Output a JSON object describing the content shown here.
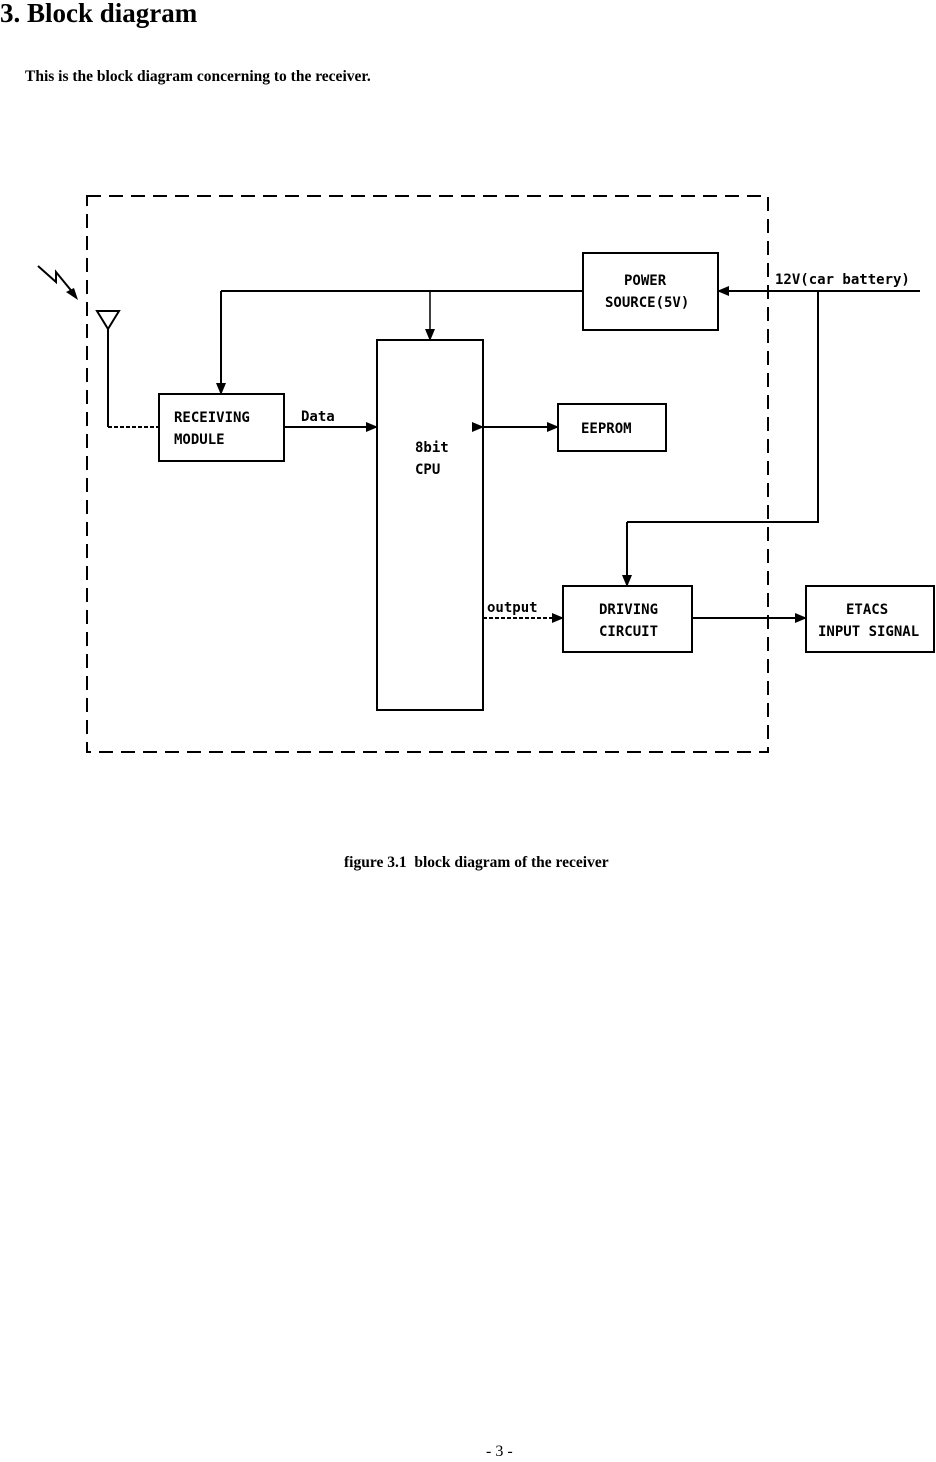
{
  "heading": "3. Block diagram",
  "intro": "This is the block diagram concerning to the receiver.",
  "caption": "figure 3.1  block diagram of the receiver",
  "page_number": "- 3 -",
  "diagram": {
    "receiving_module": [
      "RECEIVING",
      "MODULE"
    ],
    "data_label": "Data",
    "cpu": [
      "8bit",
      "CPU"
    ],
    "eeprom": "EEPROM",
    "power_source": [
      "POWER",
      "SOURCE(5V)"
    ],
    "battery_label": "12V(car battery)",
    "output_label": "output",
    "driving_circuit": [
      "DRIVING",
      "CIRCUIT"
    ],
    "etacs": [
      "ETACS",
      "INPUT SIGNAL"
    ]
  }
}
